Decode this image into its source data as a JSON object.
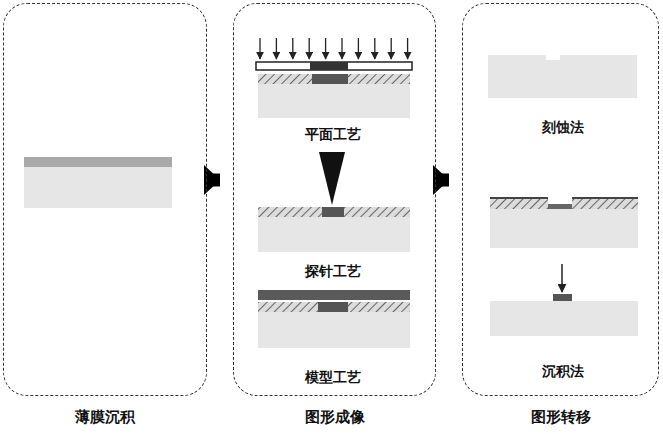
{
  "diagram": {
    "nodes": [
      {
        "text": [
          "薄膜沉积"
        ]
      },
      {
        "text": [
          "图形成像"
        ]
      },
      {
        "text": [
          "图形转移"
        ]
      }
    ],
    "edges": [
      {
        "from": 0,
        "to": 1,
        "arrow": "to"
      },
      {
        "from": 1,
        "to": 2,
        "arrow": "to"
      }
    ],
    "labels": [
      "平面工艺",
      "探针工艺",
      "模型工艺",
      "刻蚀法",
      "沉积法"
    ]
  }
}
